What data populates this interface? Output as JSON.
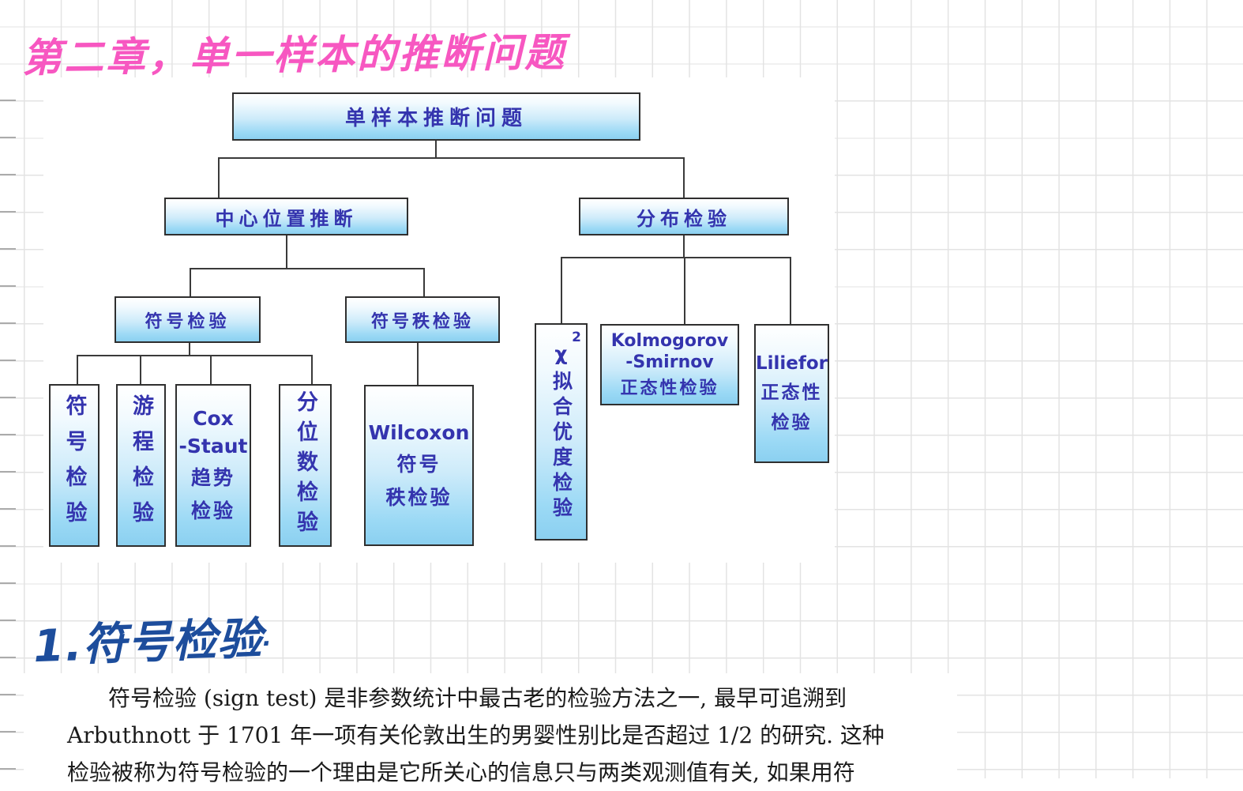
{
  "handwritten": {
    "chapter_title": "第二章，单一样本的推断问题",
    "section_heading": "1.符号检验",
    "section_heading_period": "."
  },
  "flowchart": {
    "root": {
      "label": "单样本推断问题"
    },
    "center_inference": {
      "label": "中心位置推断"
    },
    "distribution_test": {
      "label": "分布检验"
    },
    "sign_test_group": {
      "label": "符号检验"
    },
    "signed_rank_group": {
      "label": "符号秩检验"
    },
    "sign_test_leaf": {
      "label": "符号检验"
    },
    "runs_test_leaf": {
      "label": "游程检验"
    },
    "cox_staut_leaf": {
      "lines": [
        "Cox",
        "-Staut",
        "趋势",
        "检验"
      ]
    },
    "quantile_leaf": {
      "label": "分位数检验"
    },
    "wilcoxon_leaf": {
      "lines": [
        "Wilcoxon",
        "符号",
        "秩检验"
      ]
    },
    "chi_square_leaf": {
      "symbol": "χ",
      "superscript": "2",
      "label": "拟合优度检验"
    },
    "kolmogorov_leaf": {
      "lines": [
        "Kolmogorov",
        "-Smirnov",
        "正态性检验"
      ]
    },
    "liliefor_leaf": {
      "lines": [
        "Liliefor",
        "正态性",
        "检验"
      ]
    }
  },
  "paragraph": {
    "lines": [
      "符号检验 (sign test) 是非参数统计中最古老的检验方法之一, 最早可追溯到",
      "Arbuthnott 于 1701 年一项有关伦敦出生的男婴性别比是否超过 1/2 的研究. 这种",
      "检验被称为符号检验的一个理由是它所关心的信息只与两类观测值有关, 如果用符"
    ]
  },
  "colors": {
    "handwriting_pink": "#f757c1",
    "handwriting_blue": "#1d4d9c",
    "box_text_blue": "#3434ae",
    "box_fill_bottom": "#8bd0f0",
    "box_border": "#2f2f2f",
    "grid_line": "#e3e3e3"
  }
}
